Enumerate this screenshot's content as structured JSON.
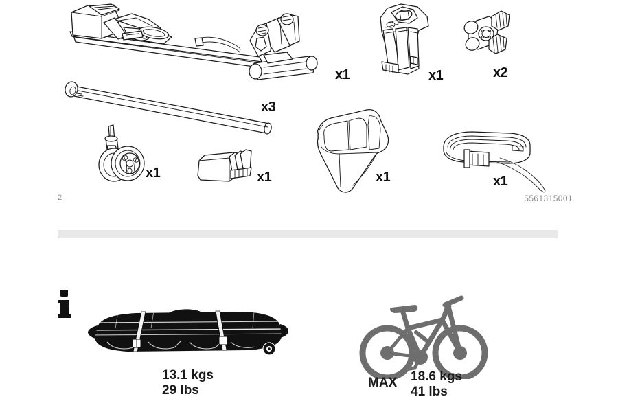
{
  "document": {
    "page_number": "2",
    "doc_code": "5561315001"
  },
  "parts_list": {
    "items": [
      {
        "name": "main-rail-assembly",
        "icon": "rail-assembly-icon",
        "quantity": "x1"
      },
      {
        "name": "wheel-holder-bracket",
        "icon": "wheel-holder-icon",
        "quantity": "x1"
      },
      {
        "name": "clamp-knob-pair",
        "icon": "clamp-knob-icon",
        "quantity": "x2"
      },
      {
        "name": "support-tube",
        "icon": "tube-rod-icon",
        "quantity": "x3"
      },
      {
        "name": "lock-caster-wheel",
        "icon": "caster-wheel-icon",
        "quantity": "x1"
      },
      {
        "name": "rubber-pad-set",
        "icon": "rubber-pad-icon",
        "quantity": "x1"
      },
      {
        "name": "frame-protector-cover",
        "icon": "protector-cover-icon",
        "quantity": "x1"
      },
      {
        "name": "securing-strap",
        "icon": "strap-icon",
        "quantity": "x1"
      }
    ]
  },
  "specifications": {
    "info_symbol": "i",
    "product_weight": {
      "name": "packed-carrier-weight",
      "icon": "packed-carrier-icon",
      "kgs": "13.1 kgs",
      "lbs": "29 lbs"
    },
    "max_load": {
      "name": "max-bike-load",
      "icon": "bicycle-icon",
      "max_label": "MAX",
      "kgs": "18.6 kgs",
      "lbs": "41 lbs"
    }
  },
  "colors": {
    "ink": "#1b1b1b",
    "divider": "#e8e8e8",
    "muted_text": "#8a8a8a",
    "bike_gray": "#6e6e6e",
    "box_dark": "#111111"
  }
}
